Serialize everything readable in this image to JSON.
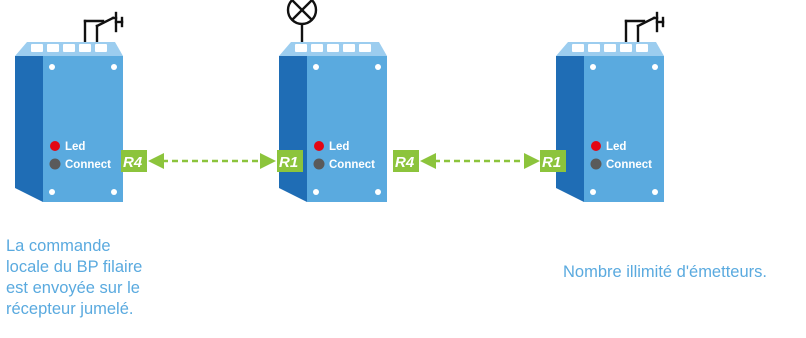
{
  "devices": [
    {
      "id": "left",
      "top_symbol": "push-button",
      "led_label": "Led",
      "connect_label": "Connect",
      "right_tag": "R4"
    },
    {
      "id": "middle",
      "top_symbol": "lamp",
      "led_label": "Led",
      "connect_label": "Connect",
      "left_tag": "R1",
      "right_tag": "R4"
    },
    {
      "id": "right",
      "top_symbol": "push-button",
      "led_label": "Led",
      "connect_label": "Connect",
      "left_tag": "R1"
    }
  ],
  "links": [
    {
      "from": "left",
      "to": "middle",
      "style": "dashed-bidirectional"
    },
    {
      "from": "middle",
      "to": "right",
      "style": "dashed-bidirectional"
    }
  ],
  "captions": {
    "left": [
      "La commande",
      "locale du BP filaire",
      "est envoyée sur le",
      "récepteur jumelé."
    ],
    "right": "Nombre illimité d'émetteurs."
  },
  "colors": {
    "box_front": "#5aaadf",
    "box_side": "#1f6db5",
    "box_top": "#9ccdef",
    "tag_fill": "#8cc43c",
    "tag_text": "#ffffff",
    "arrow": "#8cc43c",
    "led_red": "#e30613",
    "connect_grey": "#5a5a5a",
    "caption_text": "#5aaadf"
  }
}
